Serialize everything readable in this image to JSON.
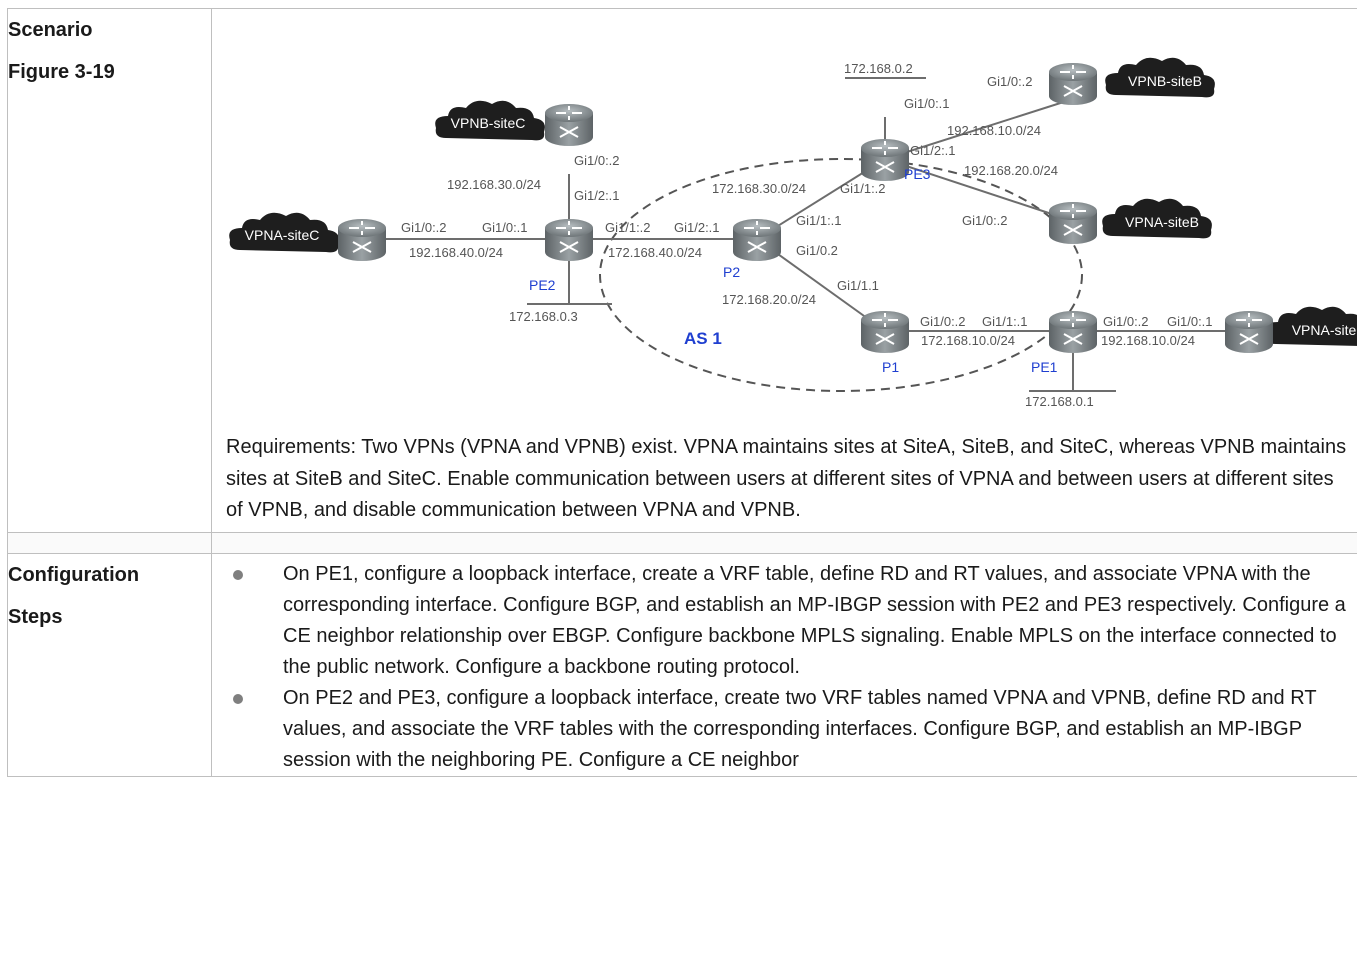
{
  "labels": {
    "scenario": "Scenario",
    "figure": "Figure 3-19",
    "config_line1": "Configuration",
    "config_line2": "Steps"
  },
  "figure": {
    "as_label": "AS 1",
    "clouds": {
      "vpnb_sitec": "VPNB-siteC",
      "vpna_sitec": "VPNA-siteC",
      "vpnb_siteb": "VPNB-siteB",
      "vpna_siteb": "VPNA-siteB",
      "vpna_sitea": "VPNA-site"
    },
    "routers": {
      "pe2": "PE2",
      "p2": "P2",
      "pe3": "PE3",
      "p1": "P1",
      "pe1": "PE1"
    },
    "networks": {
      "n_30_pe2": "192.168.30.0/24",
      "n_40_pe2": "192.168.40.0/24",
      "n_40_p2": "172.168.40.0/24",
      "n_30_pe3": "172.168.30.0/24",
      "n_20_p2": "172.168.20.0/24",
      "n_10_p1": "172.168.10.0/24",
      "n_10_pe1": "192.168.10.0/24",
      "n_10_pe3": "192.168.10.0/24",
      "n_20_pe3": "192.168.20.0/24",
      "lo_pe3": "172.168.0.2",
      "lo_pe2": "172.168.0.3",
      "lo_pe1": "172.168.0.1"
    },
    "ports": {
      "vpnc_gi10_2": "Gi1/0:.2",
      "pe2_gi10_1": "Gi1/0:.1",
      "pe2_gi12_1": "Gi1/2:.1",
      "sitec_gi10_2": "Gi1/0:.2",
      "pe2_gi11_2": "Gi1/1:.2",
      "p2_gi12_1": "Gi1/2:.1",
      "p2_gi11_1": "Gi1/1:.1",
      "p2_gi10_2": "Gi1/0.2",
      "pe3_gi11_2": "Gi1/1:.2",
      "pe3_gi10_1": "Gi1/0:.1",
      "pe3_gi12_1": "Gi1/2:.1",
      "siteb_gi10_2": "Gi1/0:.2",
      "vpnasiteb_gi10_2": "Gi1/0:.2",
      "p1_gi11_1": "Gi1/1.1",
      "p1_gi10_2": "Gi1/0:.2",
      "pe1_gi11_1": "Gi1/1:.1",
      "pe1_gi10_2": "Gi1/0:.2",
      "sitea_gi10_1": "Gi1/0:.1"
    }
  },
  "requirements": "Requirements: Two VPNs (VPNA and VPNB) exist. VPNA maintains sites at SiteA, SiteB, and SiteC, whereas VPNB maintains sites at SiteB and SiteC. Enable communication between users at different sites of VPNA and between users at different sites of VPNB, and disable communication between VPNA and VPNB.",
  "steps": [
    "On PE1, configure a loopback interface, create a VRF table, define RD and RT values, and associate VPNA with the corresponding interface. Configure BGP, and establish an MP-IBGP session with PE2 and PE3 respectively. Configure a CE neighbor relationship over EBGP. Configure backbone MPLS signaling. Enable MPLS on the interface connected to the public network. Configure a backbone routing protocol.",
    "On PE2 and PE3, configure a loopback interface, create two VRF tables named VPNA and VPNB, define RD and RT values, and associate the VRF tables with the corresponding interfaces. Configure BGP, and establish an MP-IBGP session with the neighboring PE. Configure a CE neighbor"
  ],
  "colors": {
    "router_body": "#8c9396",
    "cloud": "#1e1e1e",
    "label_blue": "#1f3fd0",
    "border": "#bfbfbf"
  }
}
